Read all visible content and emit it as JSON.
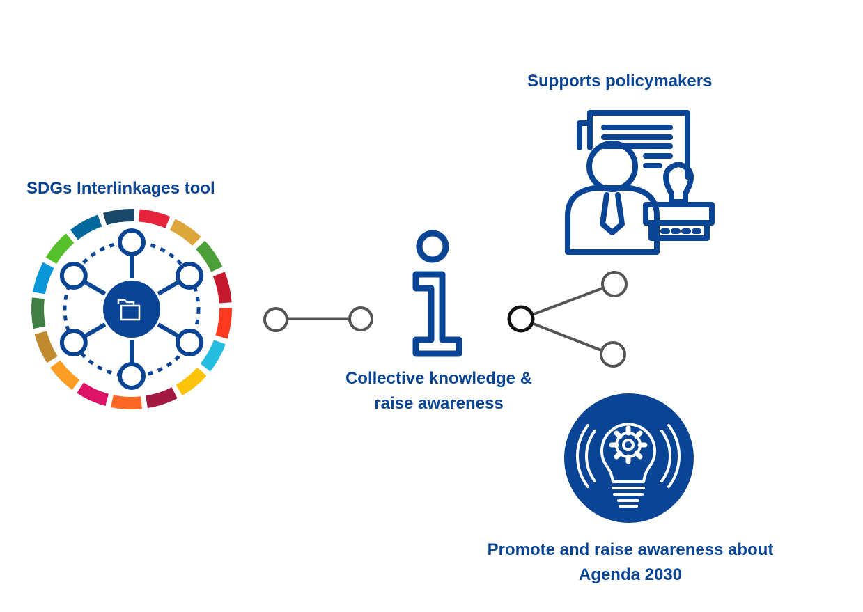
{
  "labels": {
    "tool": "SDGs Interlinkages tool",
    "policy": "Supports policymakers",
    "knowledge_line1": "Collective knowledge &",
    "knowledge_line2": "raise awareness",
    "agenda_line1": "Promote and raise awareness about",
    "agenda_line2": "Agenda 2030"
  },
  "colors": {
    "brand_blue": "#0a4595",
    "connector_gray": "#555555",
    "sdg_segments": [
      "#e5243b",
      "#dda63a",
      "#4c9f38",
      "#c5192d",
      "#ff3a21",
      "#26bde2",
      "#fcc30b",
      "#a21942",
      "#fd6925",
      "#dd1367",
      "#fd9d24",
      "#bf8b2e",
      "#3f7e44",
      "#0a97d9",
      "#56c02b",
      "#00689d",
      "#19486a"
    ]
  },
  "icons": {
    "tool": "sdg-network-wheel-icon",
    "center": "folder-icon",
    "info": "info-icon",
    "policy": "policymaker-document-stamp-icon",
    "idea": "lightbulb-gear-icon",
    "share": "share-icon"
  }
}
